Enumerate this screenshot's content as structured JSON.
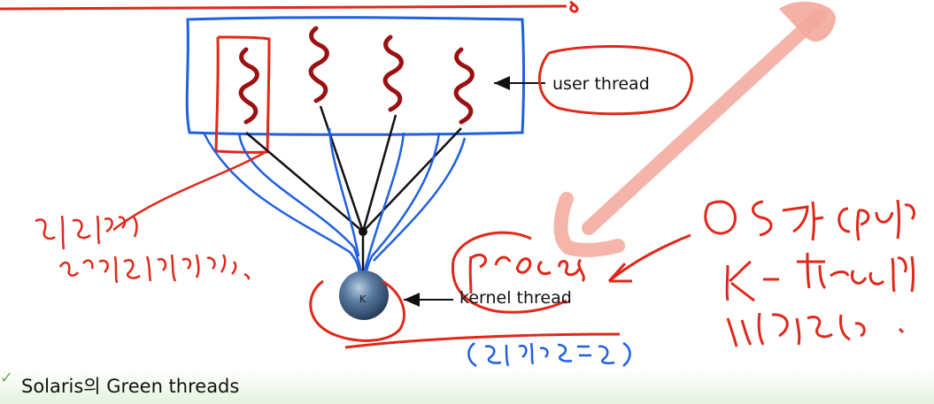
{
  "diagram": {
    "user_thread_label": "user thread",
    "kernel_thread_label": "kernel thread",
    "kernel_node_label": "K"
  },
  "footer": {
    "text": "Solaris의 Green threads"
  },
  "colors": {
    "user_box": "#1f5fe0",
    "threads": "#9b1010",
    "annotation_red": "#e0281a",
    "annotation_blue": "#1f5fe0",
    "highlight_arrow": "#f3a89c",
    "kernel_sphere": "#4a6a90",
    "footer_band": "#e6f1df"
  }
}
